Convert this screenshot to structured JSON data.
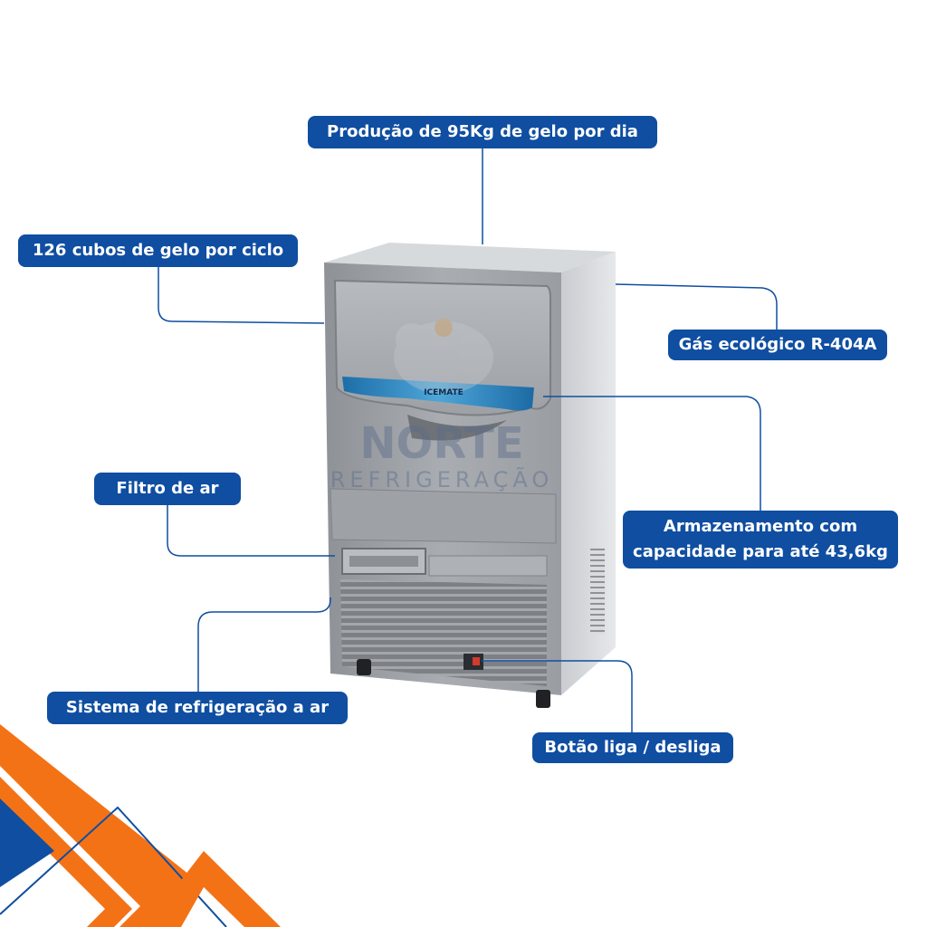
{
  "labels": {
    "producao": "Produção de 95Kg de gelo por dia",
    "cubos": "126 cubos de gelo por ciclo",
    "gas": "Gás ecológico R-404A",
    "filtro": "Filtro de ar",
    "armazenamento_line1": "Armazenamento com",
    "armazenamento_line2": "capacidade para até 43,6kg",
    "sistema": "Sistema de refrigeração a ar",
    "botao": "Botão liga / desliga"
  },
  "product": {
    "brand": "ICEMATE",
    "watermark_line1": "NORTE",
    "watermark_line2": "REFRIGERAÇÃO"
  },
  "colors": {
    "label_bg": "#0f4ea1",
    "label_text": "#ffffff",
    "connector": "#0f4ea1",
    "accent_orange": "#f47216",
    "accent_blue": "#0f4ea1"
  }
}
